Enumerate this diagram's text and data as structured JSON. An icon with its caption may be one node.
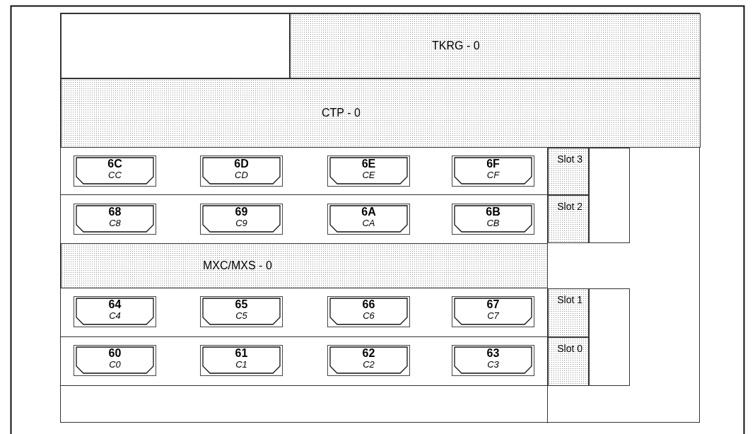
{
  "diagram": {
    "nodes": [
      {
        "text": [],
        "shape": "box"
      },
      {
        "text": [],
        "shape": "box",
        "in": 0
      },
      {
        "text": [
          "TKRG - 0"
        ],
        "in": 0
      },
      {
        "text": [
          "CTP - 0"
        ],
        "in": 0
      },
      {
        "text": [
          "6C",
          "CC"
        ],
        "in": 0
      },
      {
        "text": [
          "6D",
          "CD"
        ],
        "in": 0
      },
      {
        "text": [
          "6E",
          "CE"
        ],
        "in": 0
      },
      {
        "text": [
          "6F",
          "CF"
        ],
        "in": 0
      },
      {
        "text": [
          "Slot 3"
        ],
        "in": 0
      },
      {
        "text": [],
        "shape": "box",
        "in": 0
      },
      {
        "text": [
          "68",
          "C8"
        ],
        "in": 0
      },
      {
        "text": [
          "69",
          "C9"
        ],
        "in": 0
      },
      {
        "text": [
          "6A",
          "CA"
        ],
        "in": 0
      },
      {
        "text": [
          "6B",
          "CB"
        ],
        "in": 0
      },
      {
        "text": [
          "Slot 2"
        ],
        "in": 0
      },
      {
        "text": [
          "MXC/MXS - 0"
        ],
        "in": 0
      },
      {
        "text": [
          "64",
          "C4"
        ],
        "in": 0
      },
      {
        "text": [
          "65",
          "C5"
        ],
        "in": 0
      },
      {
        "text": [
          "66",
          "C6"
        ],
        "in": 0
      },
      {
        "text": [
          "67",
          "C7"
        ],
        "in": 0
      },
      {
        "text": [
          "Slot 1"
        ],
        "in": 0
      },
      {
        "text": [],
        "shape": "box",
        "in": 0
      },
      {
        "text": [
          "60",
          "C0"
        ],
        "in": 0
      },
      {
        "text": [
          "61",
          "C1"
        ],
        "in": 0
      },
      {
        "text": [
          "62",
          "C2"
        ],
        "in": 0
      },
      {
        "text": [
          "63",
          "C3"
        ],
        "in": 0
      },
      {
        "text": [
          "Slot 0"
        ],
        "in": 0
      }
    ]
  }
}
